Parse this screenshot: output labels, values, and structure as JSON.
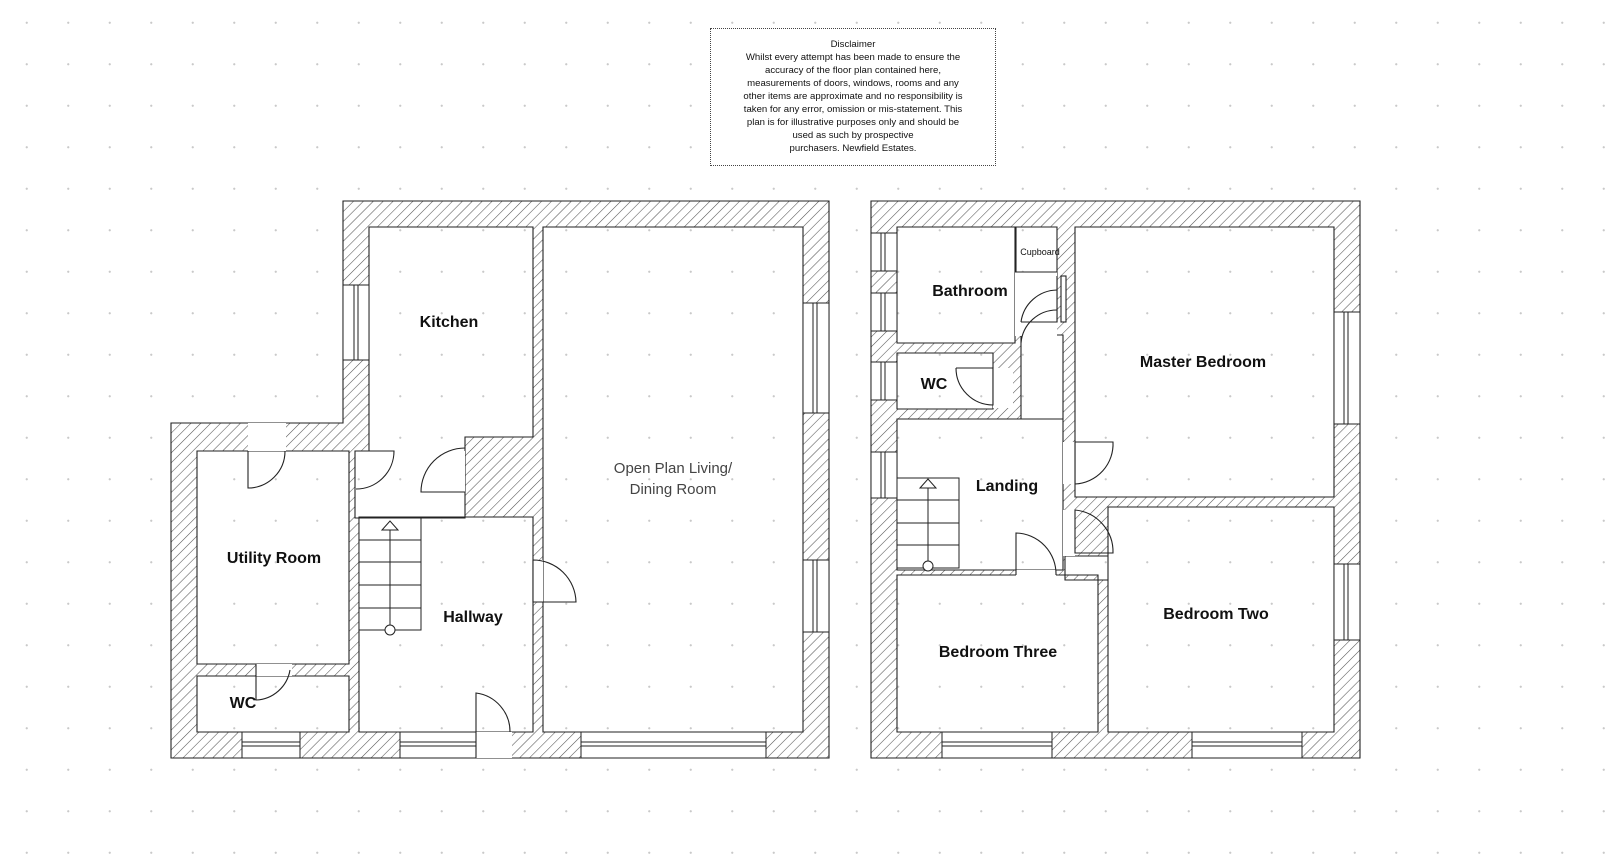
{
  "disclaimer": {
    "title": "Disclaimer",
    "lines": [
      "Whilst every attempt has been made to ensure the",
      "accuracy of the floor plan contained here,",
      "measurements of doors, windows, rooms and any",
      "other items are approximate and no responsibility is",
      "taken for any error, omission or mis-statement. This",
      "plan is for illustrative purposes only and should be",
      "used as such by prospective",
      "purchasers. Newfield Estates."
    ]
  },
  "ground_floor": {
    "rooms": {
      "kitchen": "Kitchen",
      "living_line1": "Open Plan Living/",
      "living_line2": "Dining Room",
      "utility": "Utility Room",
      "hallway": "Hallway",
      "wc": "WC"
    }
  },
  "first_floor": {
    "rooms": {
      "bathroom": "Bathroom",
      "cupboard": "Cupboard",
      "master": "Master Bedroom",
      "wc": "WC",
      "landing": "Landing",
      "bedroom_two": "Bedroom Two",
      "bedroom_three": "Bedroom Three"
    }
  },
  "colors": {
    "wall_stroke": "#222222",
    "hatch": "#555555",
    "background": "#ffffff",
    "grid_dot": "#c9c9c9"
  }
}
